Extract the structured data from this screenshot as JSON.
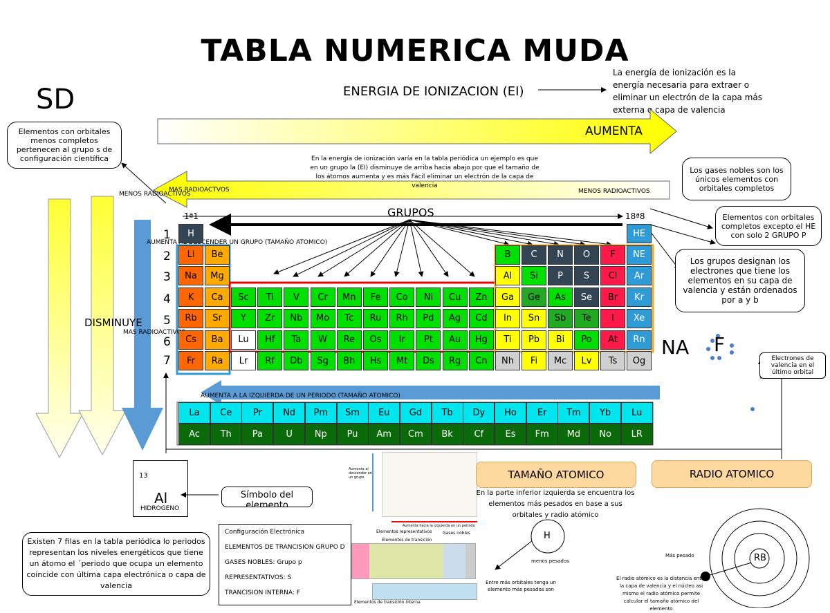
{
  "title": "TABLA NUMERICA MUDA",
  "top_left_glyphs": "SD",
  "ei_label": "ENERGIA DE IONIZACION (EI)",
  "ei_definition": "La energía de ionización es la energía necesaria para extraer o eliminar un electrón de la capa más externa o capa de valencia",
  "aumenta": "AUMENTA",
  "ei_example": "En la energía de ionización varía en la tabla periódica un ejemplo es que en un grupo la (EI) disminuye de arriba hacia abajo por que el tamaño de los átomos aumenta y es más Fácil eliminar un electrón de la capa de valencia",
  "box_s_group": "Elementos con orbitales menos completos pertenecen al grupo s de configuración científica",
  "box_noble": "Los gases nobles son los únicos elementos con orbitales completos",
  "box_p_group": "Elementos con orbitales completos excepto el HE con solo 2 GRUPO P",
  "box_groups": "Los grupos designan los electrones que tiene los elementos en su capa de valencia y están ordenados por a y b",
  "menos_radio_left": "MENOS RADIOACTIVOS",
  "mas_radio_top": "MAS RADIOACTVOS",
  "menos_radio_right": "MENOS RADIOACTIVOS",
  "mas_radio_left": "MAS RADIOACTIVOS",
  "grupos": "GRUPOS",
  "group_first": "1ª1",
  "group_last": "18ª8",
  "aumenta_grupo": "AUMENTA AL DESCENDER UN GRUPO (TAMAÑO ATOMICO)",
  "disminuye": "DISMINUYE",
  "aumenta_periodo": "AUMENTA A LA IZQUIERDA DE UN PERIODO (TAMAÑO ATOMICO)",
  "periods": [
    "1",
    "2",
    "3",
    "4",
    "5",
    "6",
    "7"
  ],
  "lanthanides": [
    "La",
    "Ce",
    "Pr",
    "Nd",
    "Pm",
    "Sm",
    "Eu",
    "Gd",
    "Tb",
    "Dy",
    "Ho",
    "Er",
    "Tm",
    "Yb",
    "Lu"
  ],
  "actinides": [
    "Ac",
    "Th",
    "Pa",
    "U",
    "Np",
    "Pu",
    "Am",
    "Cm",
    "Bk",
    "Cf",
    "Es",
    "Fm",
    "Md",
    "No",
    "LR"
  ],
  "na_label": "NA",
  "f_label": "F",
  "box_valencia": "Electrones de valencia en el último orbital",
  "card_number": "13",
  "card_symbol": "Al",
  "card_name": "HIDROGENO",
  "simbolo_box": "Símbolo del elemento",
  "box_periods": "Existen 7 filas en la tabla periódica lo periodos representan los niveles energéticos que tiene un átomo el ´periodo que ocupa un elemento coincide con última capa electrónica o capa de valencia",
  "config": {
    "title": "Configuración Electrónica",
    "lines": [
      "ELEMENTOS DE TRANCISION GRUPO D",
      "GASES NOBLES: Grupo p",
      "REPRESENTATIVOS: S",
      "TRANCISION INTERNA: F"
    ]
  },
  "mini_left_label": "Aumenta al descender en un grupo",
  "mini_mid_label": "Aumenta hacia la izquierda en un periodo",
  "mini_rep": "Elementos representativos",
  "mini_noble": "Gases nobles",
  "mini_trans": "Elementos de transición",
  "mini_trans_int": "Elementos de transición interna",
  "tamano": "TAMAÑO ATOMICO",
  "tamano_desc": "En la parte inferior izquierda se encuentra los elementos más pesados en base a sus orbitales y radio atómico",
  "radio": "RADIO ATOMICO",
  "h_label": "H",
  "menos_pesados": "menos pesados",
  "entre_mas": "Entre más orbitales tenga un elemento más pesados son",
  "mas_pesado": "Más pesado",
  "rb_label": "RB",
  "radio_desc": "El radio atómico es la distancia entre la capa de valencia y el núcleo asi mismo el radio atómico permite calcular el tamaño atómico del elemento"
}
